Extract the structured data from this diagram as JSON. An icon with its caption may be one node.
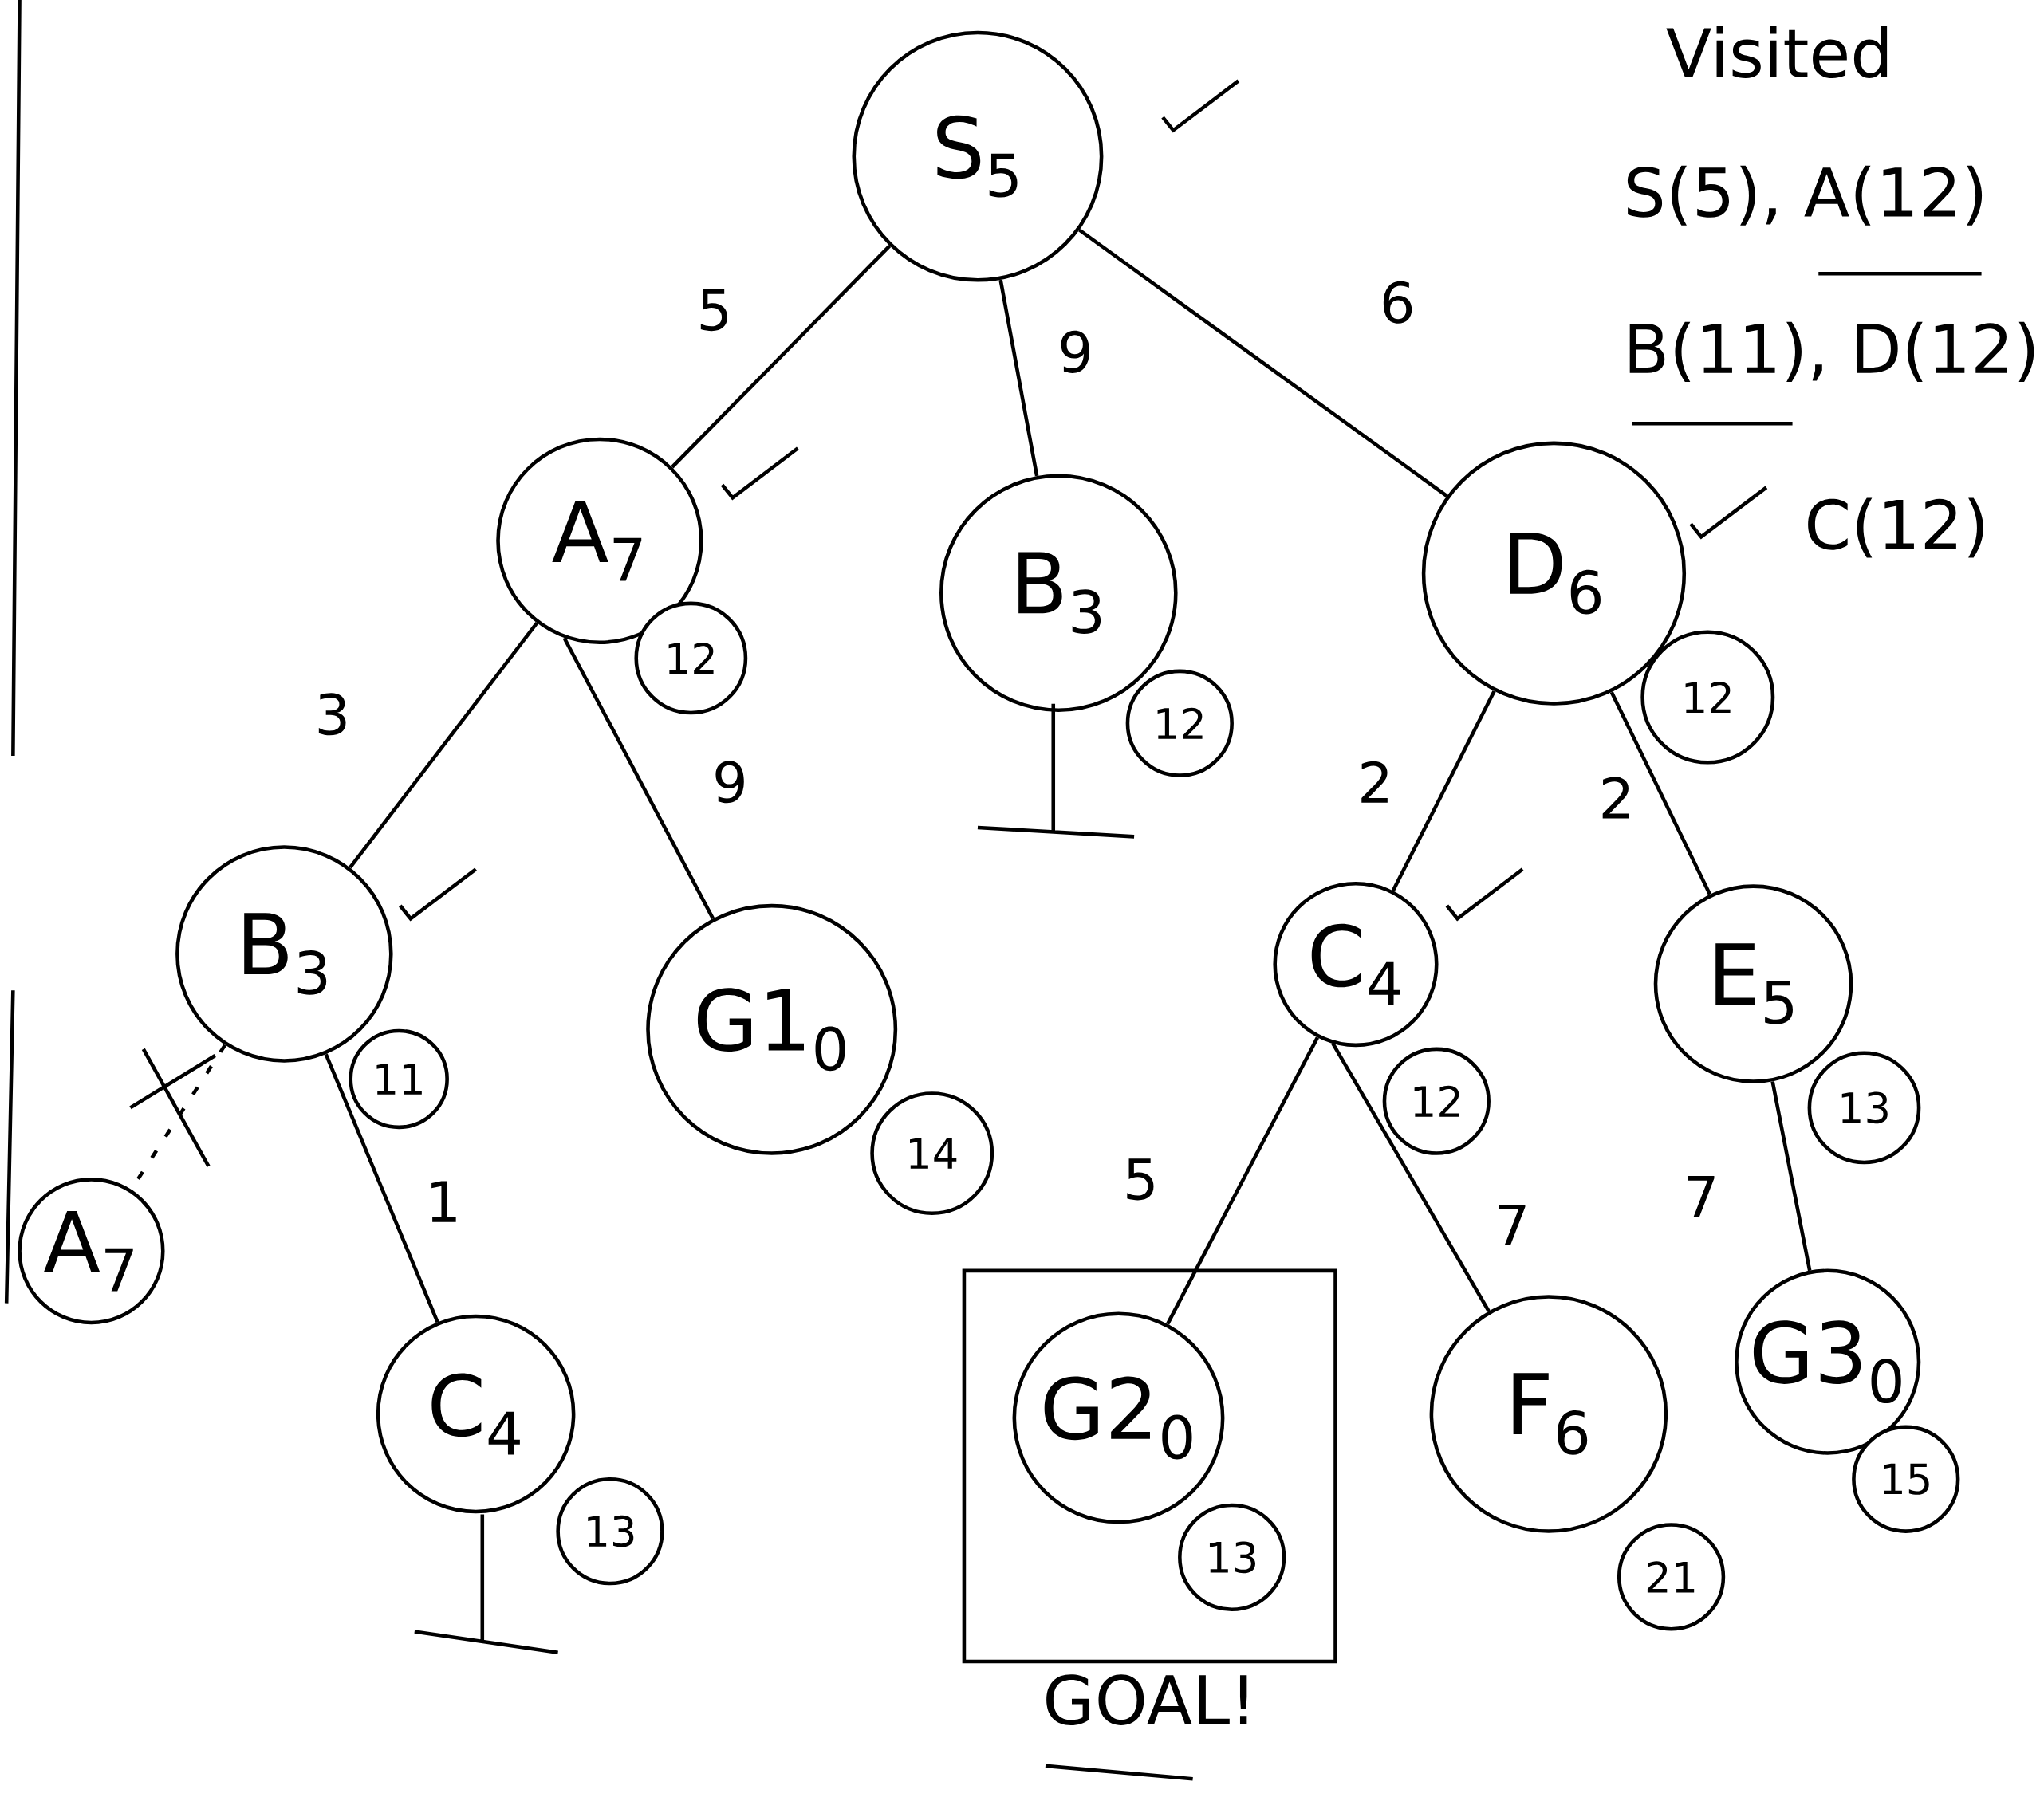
{
  "diagram": {
    "nodes": [
      {
        "text": [
          "S$_{5}$"
        ]
      },
      {
        "text": [
          "A$_{7}$"
        ]
      },
      {
        "text": [
          "12"
        ]
      },
      {
        "text": [
          "B$_{3}$"
        ]
      },
      {
        "text": [
          "12"
        ]
      },
      {
        "text": [
          "D$_{6}$"
        ]
      },
      {
        "text": [
          "12"
        ]
      },
      {
        "text": [
          "B$_{3}$"
        ]
      },
      {
        "text": [
          "11"
        ]
      },
      {
        "text": [
          "G1$_{0}$"
        ]
      },
      {
        "text": [
          "14"
        ]
      },
      {
        "text": [
          "C$_{4}$"
        ]
      },
      {
        "text": [
          "12"
        ]
      },
      {
        "text": [
          "E$_{5}$"
        ]
      },
      {
        "text": [
          "13"
        ]
      },
      {
        "text": [
          "A$_{7}$"
        ]
      },
      {
        "text": [
          "C$_{4}$"
        ]
      },
      {
        "text": [
          "13"
        ]
      },
      {
        "text": [
          "GOAL!"
        ]
      },
      {
        "text": [
          "G2$_{0}$"
        ],
        "in": 18
      },
      {
        "text": [
          "13"
        ],
        "in": 18
      },
      {
        "text": [
          "F$_{6}$"
        ]
      },
      {
        "text": [
          "21"
        ]
      },
      {
        "text": [
          "G3$_{0}$"
        ]
      },
      {
        "text": [
          "15"
        ]
      }
    ],
    "edges": [
      {
        "from": 0,
        "to": 1,
        "arrow": "none",
        "label": "5"
      },
      {
        "from": 0,
        "to": 3,
        "arrow": "none",
        "label": "9"
      },
      {
        "from": 0,
        "to": 5,
        "arrow": "none",
        "label": "6"
      },
      {
        "from": 1,
        "to": 7,
        "arrow": "none",
        "label": "3"
      },
      {
        "from": 1,
        "to": 9,
        "arrow": "none",
        "label": "9"
      },
      {
        "from": 5,
        "to": 11,
        "arrow": "none",
        "label": "2"
      },
      {
        "from": 5,
        "to": 13,
        "arrow": "none",
        "label": "2"
      },
      {
        "from": 7,
        "to": 15,
        "arrow": "none",
        "style": "dashed"
      },
      {
        "from": 7,
        "to": 16,
        "arrow": "none",
        "label": "1"
      },
      {
        "from": 11,
        "to": 19,
        "arrow": "none",
        "label": "5"
      },
      {
        "from": 11,
        "to": 21,
        "arrow": "none",
        "label": "7"
      },
      {
        "from": 13,
        "to": 23,
        "arrow": "none",
        "label": "7"
      }
    ],
    "labels": [
      "Visited",
      "S(5), A(12)",
      "B(11), D(12)",
      "C(12)"
    ]
  }
}
